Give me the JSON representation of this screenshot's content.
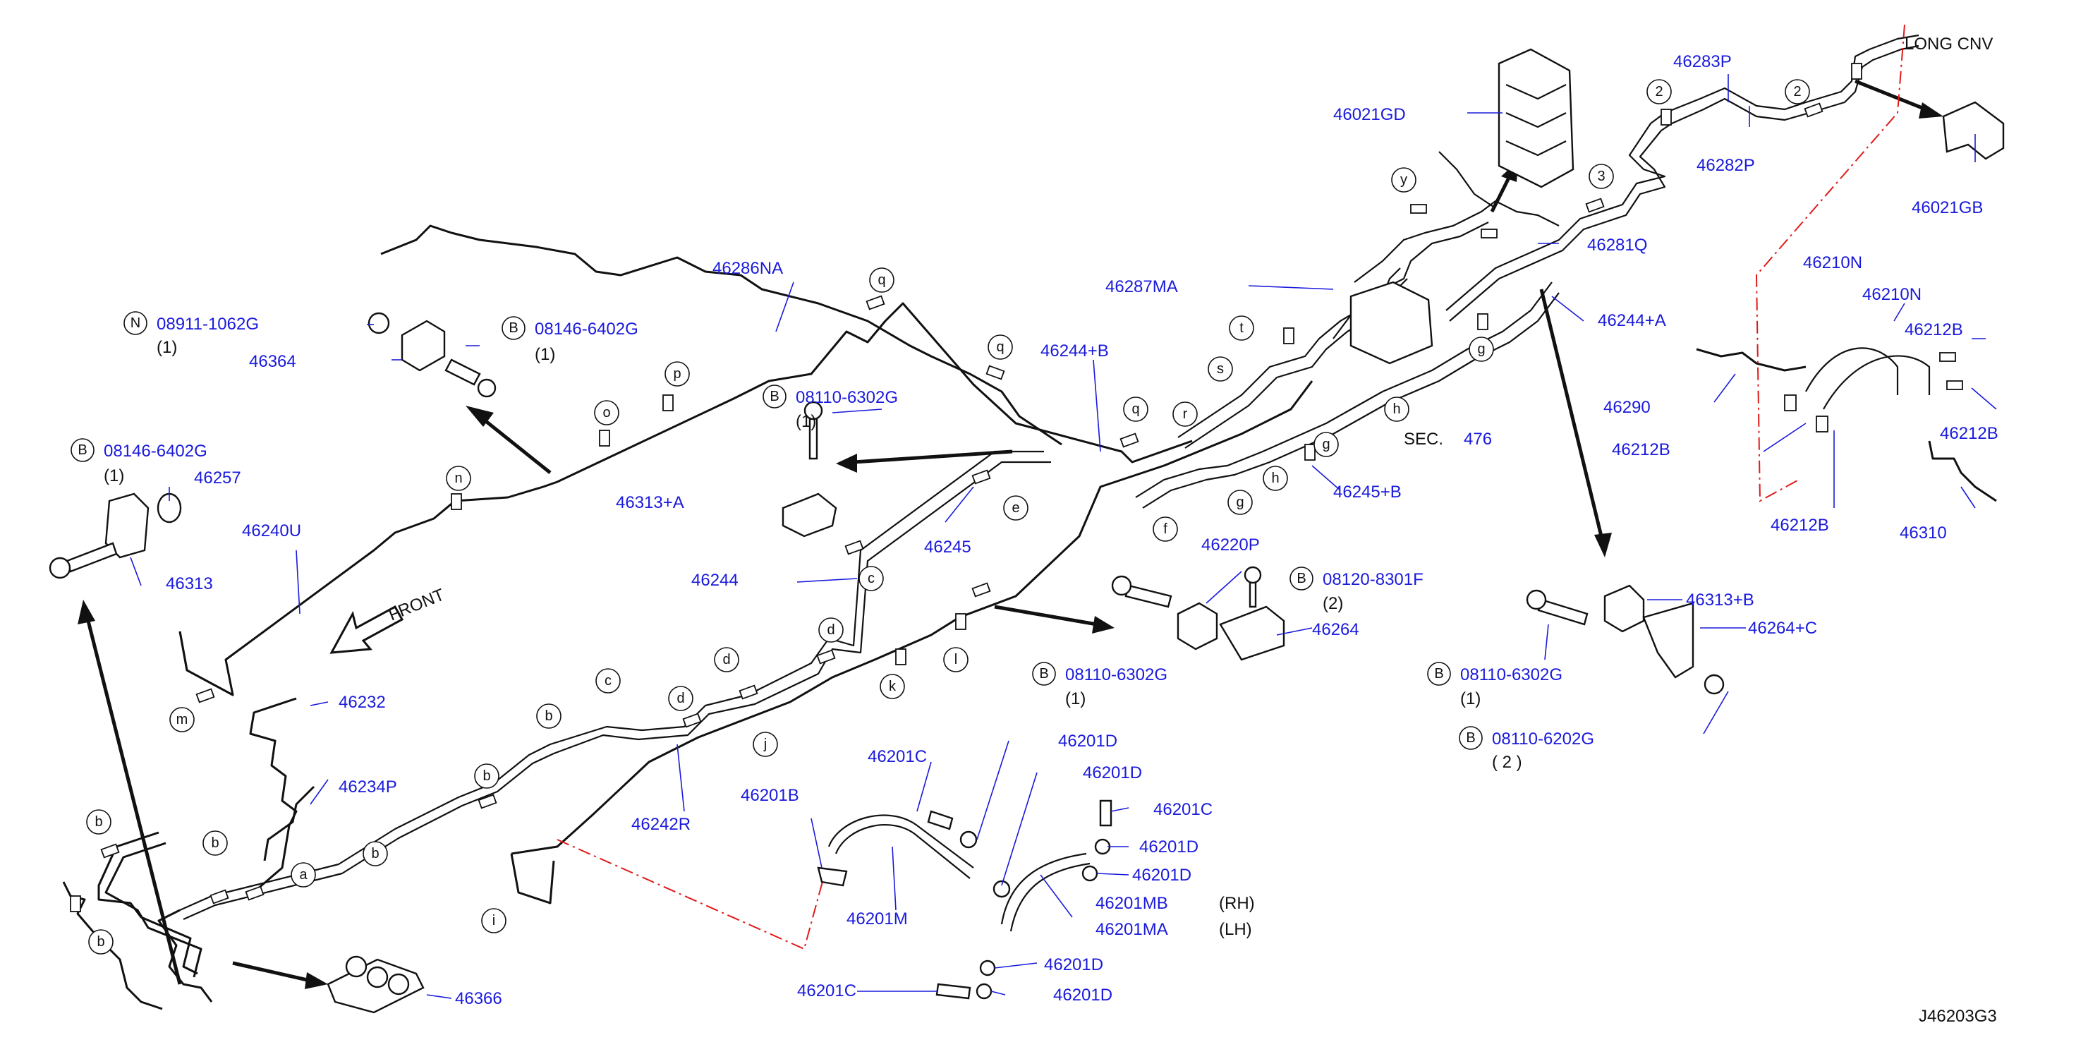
{
  "diagram_id": "J46203G3",
  "labels": {
    "l46283P": "46283P",
    "l46282P": "46282P",
    "l46021GD": "46021GD",
    "l46021GB": "46021GB",
    "l46281Q": "46281Q",
    "l46287MA": "46287MA",
    "l46244A": "46244+A",
    "l46286NA": "46286NA",
    "l46244B": "46244+B",
    "l46364": "46364",
    "l46257": "46257",
    "l46313": "46313",
    "l46240U": "46240U",
    "l46313A": "46313+A",
    "l46245": "46245",
    "l46244": "46244",
    "l46245B": "46245+B",
    "l46210N1": "46210N",
    "l46210N2": "46210N",
    "l46212B1": "46212B",
    "l46212B2": "46212B",
    "l46212B3": "46212B",
    "l46212B4": "46212B",
    "l46290": "46290",
    "l46310": "46310",
    "l46220P": "46220P",
    "l46264": "46264",
    "l46313B": "46313+B",
    "l46264C": "46264+C",
    "l46232": "46232",
    "l46234P": "46234P",
    "l46242R": "46242R",
    "l46366": "46366",
    "l46201C1": "46201C",
    "l46201C2": "46201C",
    "l46201C3": "46201C",
    "l46201D1": "46201D",
    "l46201D2": "46201D",
    "l46201D3": "46201D",
    "l46201D4": "46201D",
    "l46201D5": "46201D",
    "l46201D6": "46201D",
    "l46201B": "46201B",
    "l46201M": "46201M",
    "l46201MB": "46201MB",
    "l46201MA": "46201MA",
    "sec476": "476"
  },
  "fasteners": {
    "n08911": {
      "prefix": "N",
      "code": "08911-1062G",
      "qty": "(1)"
    },
    "b08146a": {
      "prefix": "B",
      "code": "08146-6402G",
      "qty": "(1)"
    },
    "b08146b": {
      "prefix": "B",
      "code": "08146-6402G",
      "qty": "(1)"
    },
    "b08110a": {
      "prefix": "B",
      "code": "08110-6302G",
      "qty": "(1)"
    },
    "b08120": {
      "prefix": "B",
      "code": "08120-8301F",
      "qty": "(2)"
    },
    "b08110b": {
      "prefix": "B",
      "code": "08110-6302G",
      "qty": "(1)"
    },
    "b08110c": {
      "prefix": "B",
      "code": "08110-6302G",
      "qty": "(1)"
    },
    "b08110d": {
      "prefix": "B",
      "code": "08110-6202G",
      "qty": "( 2 )"
    }
  },
  "text": {
    "long_cnv": "LONG   CNV",
    "front": "FRONT",
    "sec": "SEC.",
    "rh": "(RH)",
    "lh": "(LH)"
  },
  "callout_letters": [
    "a",
    "b",
    "c",
    "d",
    "e",
    "f",
    "g",
    "h",
    "i",
    "j",
    "k",
    "l",
    "m",
    "n",
    "o",
    "p",
    "q",
    "r",
    "s",
    "t",
    "y"
  ],
  "callout_numbers": [
    "2",
    "3"
  ],
  "colors": {
    "part_number": "#1a1adc",
    "pipe": "#111111",
    "reference_line": "#e01a1a"
  }
}
